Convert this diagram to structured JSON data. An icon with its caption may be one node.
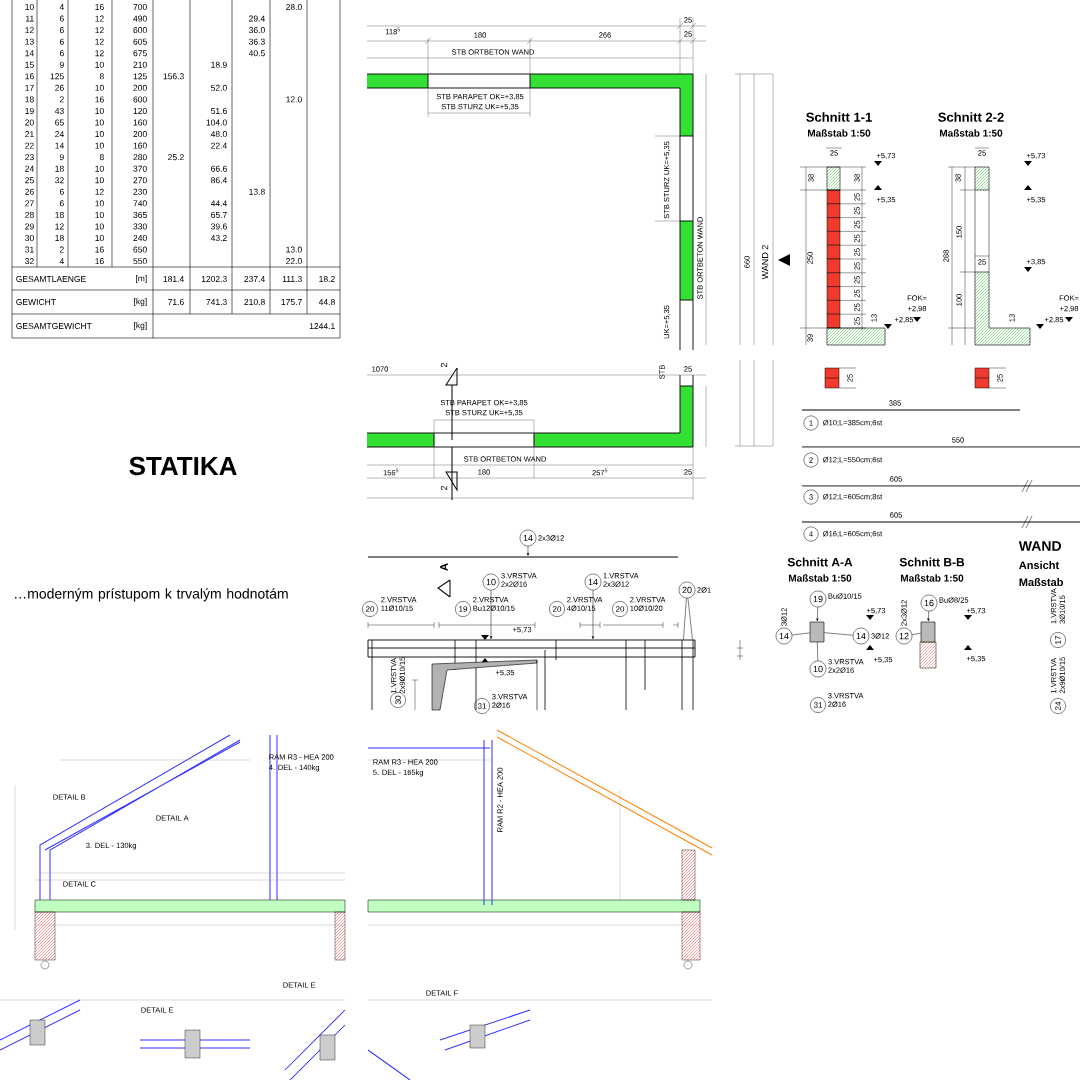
{
  "diagram": {
    "title": "STATIKA",
    "caption": "…moderným prístupom k trvalým hodnotám",
    "nodes": [
      {
        "text": [
          "19"
        ],
        "beside": [
          "BuØ10/15"
        ]
      },
      {
        "text": [
          "14"
        ],
        "beside": [
          "3Ø12"
        ]
      },
      {
        "text": [
          "14"
        ],
        "beside": [
          "3Ø12"
        ]
      },
      {
        "text": [
          "10"
        ],
        "beside": [
          "3.VRSTVA 2x2Ø16"
        ]
      },
      {
        "text": [],
        "shape": "box"
      },
      {
        "text": [
          "16"
        ],
        "beside": [
          "BuØ8/25"
        ]
      },
      {
        "text": [
          "12"
        ],
        "beside": [
          "2x3Ø12"
        ]
      },
      {
        "text": [],
        "shape": "box"
      },
      {
        "text": [
          "14"
        ],
        "beside": [
          "2x3Ø12"
        ]
      },
      {
        "text": [
          "10"
        ],
        "beside": [
          "3.VRSTVA 2x2Ø16"
        ]
      },
      {
        "text": [
          "14"
        ],
        "beside": [
          "1.VRSTVA 2x3Ø12"
        ]
      },
      {
        "text": [
          "20"
        ],
        "beside": [
          "2Ø1"
        ]
      },
      {
        "text": [],
        "shape": "bar"
      },
      {
        "text": [],
        "shape": "bar"
      }
    ],
    "edges": [
      {
        "from": 0,
        "to": 4,
        "arrow": "to"
      },
      {
        "from": 1,
        "to": 4,
        "arrow": "none"
      },
      {
        "from": 2,
        "to": 4,
        "arrow": "none"
      },
      {
        "from": 3,
        "to": 4,
        "arrow": "none"
      },
      {
        "from": 5,
        "to": 7,
        "arrow": "to"
      },
      {
        "from": 6,
        "to": 7,
        "arrow": "none"
      },
      {
        "from": 8,
        "to": 12,
        "arrow": "to"
      },
      {
        "from": 9,
        "to": 13,
        "arrow": "to"
      },
      {
        "from": 10,
        "to": 13,
        "arrow": "to"
      },
      {
        "from": 11,
        "to": 13,
        "arrow": "none"
      },
      {
        "from": 11,
        "to": 13,
        "arrow": "none"
      }
    ],
    "labels": [
      "10",
      "4",
      "16",
      "700",
      "28.0",
      "11",
      "6",
      "12",
      "490",
      "29.4",
      "12",
      "6",
      "12",
      "600",
      "36.0",
      "13",
      "6",
      "12",
      "605",
      "36.3",
      "14",
      "6",
      "12",
      "675",
      "40.5",
      "15",
      "9",
      "10",
      "210",
      "18.9",
      "16",
      "125",
      "8",
      "125",
      "156.3",
      "17",
      "26",
      "10",
      "200",
      "52.0",
      "18",
      "2",
      "16",
      "600",
      "12.0",
      "19",
      "43",
      "10",
      "120",
      "51.6",
      "20",
      "65",
      "10",
      "160",
      "104.0",
      "21",
      "24",
      "10",
      "200",
      "48.0",
      "22",
      "14",
      "10",
      "160",
      "22.4",
      "23",
      "9",
      "8",
      "280",
      "25.2",
      "24",
      "18",
      "10",
      "370",
      "66.6",
      "25",
      "32",
      "10",
      "270",
      "86.4",
      "26",
      "6",
      "12",
      "230",
      "13.8",
      "27",
      "6",
      "10",
      "740",
      "44.4",
      "28",
      "18",
      "10",
      "365",
      "65.7",
      "29",
      "12",
      "10",
      "330",
      "39.6",
      "30",
      "18",
      "10",
      "240",
      "43.2",
      "31",
      "2",
      "16",
      "650",
      "13.0",
      "32",
      "4",
      "16",
      "550",
      "22.0",
      "GESAMTLAENGE",
      "[m]",
      "181.4",
      "1202.3",
      "237.4",
      "111.3",
      "18.2",
      "GEWICHT",
      "[kg]",
      "71.6",
      "741.3",
      "210.8",
      "175.7",
      "44.8",
      "GESAMTGEWICHT",
      "[kg]",
      "1244.1",
      "118$^{5}$",
      "180",
      "266",
      "25",
      "25",
      "STB ORTBETON WAND",
      "STB PARAPET OK=+3,85",
      "STB STURZ UK=+5,35",
      "STB STURZ UK=+5,35",
      "STB ORTBETON WAND",
      "660",
      "WAND 2",
      "UK=+5,35",
      "Schnitt 1-1",
      "Maßstab 1:50",
      "25",
      "+5,73",
      "+5,35",
      "38",
      "38",
      "250",
      "25",
      "25",
      "25",
      "25",
      "25",
      "25",
      "25",
      "25",
      "25",
      "25",
      "13",
      "+2,85",
      "FOK=",
      "+2,98",
      "39",
      "Schnitt 2-2",
      "Maßstab 1:50",
      "25",
      "+5,73",
      "38",
      "+5,35",
      "150",
      "288",
      "25",
      "+3,85",
      "100",
      "13",
      "+2,85",
      "FOK=",
      "+2,98",
      "25",
      "25",
      "1070",
      "STB PARAPET OK=+3,85",
      "STB STURZ UK=+5,35",
      "STB ORTBETON WAND",
      "156$^{5}$",
      "180",
      "257$^{5}$",
      "25",
      "25",
      "2",
      "2",
      "STB",
      "385",
      "1",
      "Ø10;L=385cm;6st",
      "550",
      "2",
      "Ø12;L=550cm;6st",
      "605",
      "3",
      "Ø12;L=605cm;8st",
      "605",
      "4",
      "Ø16;L=605cm;6st",
      "Schnitt A-A",
      "Maßstab 1:50",
      "Schnitt B-B",
      "Maßstab 1:50",
      "WAND",
      "Ansicht",
      "Maßstab",
      "+5,73",
      "+5,35",
      "31",
      "3.VRSTVA 2Ø16",
      "+5,73",
      "+5,35",
      "17",
      "1.VRSTVA 3Ø10/15",
      "24",
      "1.VRSTVA 2x9Ø10/15",
      "20",
      "2.VRSTVA 11Ø10/15",
      "19",
      "2.VRSTVA Bu12Ø10/15",
      "20",
      "2.VRSTVA 4Ø10/15",
      "20",
      "2.VRSTVA 10Ø10/20",
      "+5,73",
      "+5,35",
      "30",
      "1.VRSTVA 2x9Ø10/15",
      "31",
      "3.VRSTVA 2Ø16",
      "A",
      "DETAIL B",
      "DETAIL A",
      "DETAIL C",
      "RAM R3 - HEA 200",
      "4. DEL - 140kg",
      "3. DEL - 130kg",
      "RAM R3 - HEA 200",
      "5. DEL - 165kg",
      "RAM R2 - HEA 200",
      "DETAIL E",
      "DETAIL E",
      "DETAIL F"
    ]
  }
}
